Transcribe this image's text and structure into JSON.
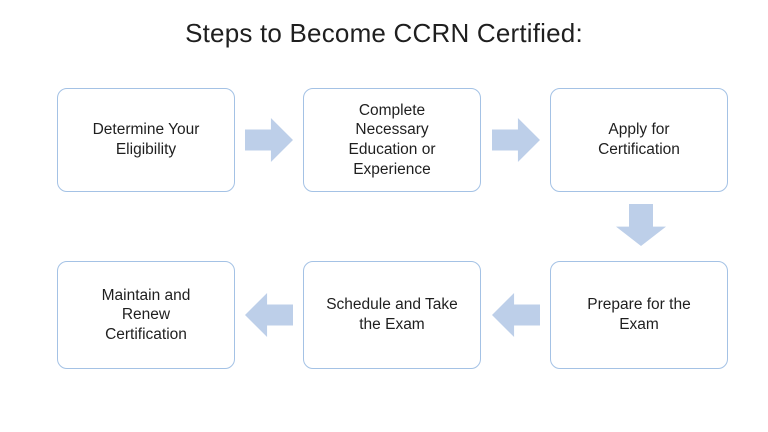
{
  "title": "Steps to Become CCRN Certified:",
  "colors": {
    "background": "#ffffff",
    "text": "#1f1f1f",
    "box_fill": "#ffffff",
    "box_border": "#a4c2e5",
    "arrow_fill": "#bdcfe9"
  },
  "steps": [
    {
      "label": "Determine Your\nEligibility"
    },
    {
      "label": "Complete\nNecessary\nEducation or\nExperience"
    },
    {
      "label": "Apply for\nCertification"
    },
    {
      "label": "Prepare for the\nExam"
    },
    {
      "label": "Schedule and Take\nthe Exam"
    },
    {
      "label": "Maintain and\nRenew\nCertification"
    }
  ],
  "arrows": [
    {
      "direction": "right",
      "from": 1,
      "to": 2
    },
    {
      "direction": "right",
      "from": 2,
      "to": 3
    },
    {
      "direction": "down",
      "from": 3,
      "to": 4
    },
    {
      "direction": "left",
      "from": 4,
      "to": 5
    },
    {
      "direction": "left",
      "from": 5,
      "to": 6
    }
  ]
}
